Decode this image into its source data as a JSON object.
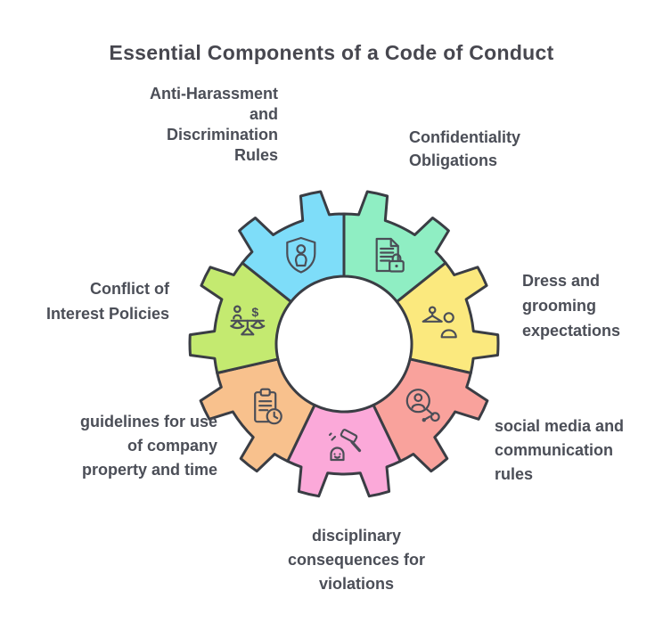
{
  "title": "Essential Components of a Code of Conduct",
  "colors": {
    "background": "#ffffff",
    "outline": "#3a3d44",
    "icon": "#4b4e57",
    "text": "#4b4e57"
  },
  "gear": {
    "segments": [
      {
        "name": "confidentiality",
        "color": "#8feec3",
        "icon": "document-lock-icon"
      },
      {
        "name": "dress-and-grooming",
        "color": "#fbe97e",
        "icon": "hanger-person-icon"
      },
      {
        "name": "social-media",
        "color": "#f9a29c",
        "icon": "person-share-icon"
      },
      {
        "name": "disciplinary",
        "color": "#fba9d9",
        "icon": "gavel-ghost-icon"
      },
      {
        "name": "company-property",
        "color": "#f8c18d",
        "icon": "clipboard-clock-icon"
      },
      {
        "name": "conflict-of-interest",
        "color": "#c4ea70",
        "icon": "scale-person-dollar-icon"
      },
      {
        "name": "anti-harassment",
        "color": "#7eddf9",
        "icon": "shield-person-icon"
      }
    ]
  },
  "labels": {
    "anti_harassment": {
      "lines": [
        "Anti-Harassment",
        "and",
        "Discrimination",
        "Rules"
      ]
    },
    "confidentiality": {
      "lines": [
        "Confidentiality",
        "Obligations"
      ]
    },
    "dress_grooming": {
      "lines": [
        "Dress and",
        "grooming",
        "expectations"
      ]
    },
    "social_media": {
      "lines": [
        "social media and",
        "communication",
        "rules"
      ]
    },
    "disciplinary": {
      "lines": [
        "disciplinary",
        "consequences for",
        "violations"
      ]
    },
    "company_property": {
      "lines": [
        "guidelines for use",
        "of company",
        "property and time"
      ]
    },
    "conflict_of_interest": {
      "lines": [
        "Conflict of",
        "Interest Policies"
      ]
    }
  }
}
